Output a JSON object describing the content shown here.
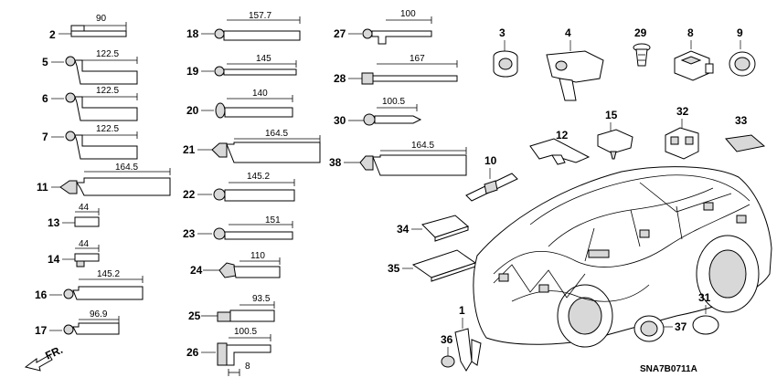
{
  "diagram": {
    "code": "SNA7B0711A",
    "direction_label": "FR.",
    "callouts": [
      "1",
      "2",
      "3",
      "4",
      "5",
      "6",
      "7",
      "8",
      "9",
      "10",
      "11",
      "12",
      "13",
      "14",
      "15",
      "16",
      "17",
      "18",
      "19",
      "20",
      "21",
      "22",
      "23",
      "24",
      "25",
      "26",
      "27",
      "28",
      "29",
      "30",
      "31",
      "32",
      "33",
      "34",
      "35",
      "36",
      "37",
      "38"
    ],
    "dimensions": {
      "d2": "90",
      "d5": "122.5",
      "d6": "122.5",
      "d7": "122.5",
      "d11": "164.5",
      "d13": "44",
      "d14": "44",
      "d16": "145.2",
      "d17": "96.9",
      "d18": "157.7",
      "d19": "145",
      "d20": "140",
      "d21": "164.5",
      "d22": "145.2",
      "d23": "151",
      "d24": "110",
      "d25": "93.5",
      "d26": "100.5",
      "d26b": "8",
      "d27": "100",
      "d28": "167",
      "d30": "100.5",
      "d38": "164.5"
    }
  }
}
